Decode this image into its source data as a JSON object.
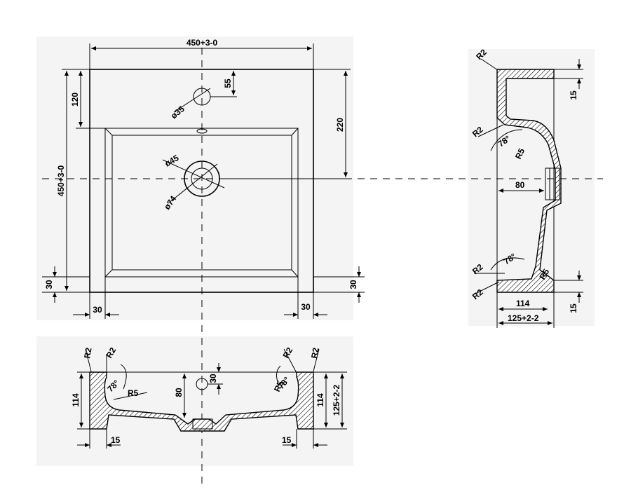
{
  "top_view": {
    "width_label": "450+3-0",
    "height_label": "450+3-0",
    "offset_120": "120",
    "dim_55": "55",
    "dim_220": "220",
    "tap_hole": "ø35",
    "drain_inner": "ø45",
    "drain_outer": "ø74",
    "rim_left": "30",
    "rim_bottom": "30",
    "rim_right": "30",
    "rim_bottom_right": "30"
  },
  "side_view": {
    "r2_top": "R2",
    "dim_15_top": "15",
    "r2_mid": "R2",
    "angle_top": "78°",
    "r5_top": "R5",
    "dim_80": "80",
    "angle_bottom": "78°",
    "r2_bottom_a": "R2",
    "r5_bottom": "R5",
    "r2_bottom_b": "R2",
    "dim_114": "114",
    "dim_15_bottom": "15",
    "dim_125": "125+2-2"
  },
  "front_view": {
    "r2_left": "R2",
    "r2_left_b": "R2",
    "angle_left": "78°",
    "r5_left": "R5",
    "dim_114_left": "114",
    "dim_80": "80",
    "dim_30": "30",
    "r2_right": "R2",
    "r2_right_b": "R2",
    "angle_right": "78°",
    "r5_right": "R5",
    "dim_114_right": "114",
    "dim_125": "125+2-2",
    "dim_15_left": "15",
    "dim_15_right": "15"
  }
}
